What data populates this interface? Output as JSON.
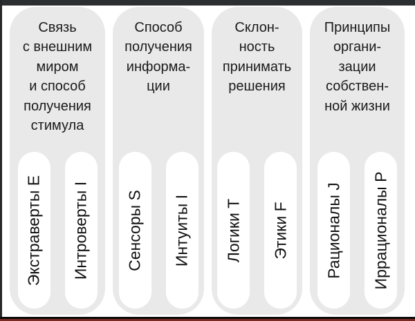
{
  "diagram": {
    "columns": [
      {
        "header": "Связь\nс внешним\nмиром\nи способ\nполучения\nстимула",
        "options": [
          "Экстраверты E",
          "Интроверты I"
        ]
      },
      {
        "header": "Способ\nполучения\nинформа-\nции",
        "options": [
          "Сенсоры S",
          "Интуиты I"
        ]
      },
      {
        "header": "Склон-\nность\nпринимать\nрешения",
        "options": [
          "Логики T",
          "Этики F"
        ]
      },
      {
        "header": "Принципы\nоргани-\nзации\nсобствен-\nной жизни",
        "options": [
          "Рационалы J",
          "Иррационалы P"
        ]
      }
    ],
    "colors": {
      "panel_gray": "#e9e9e9",
      "pill_white": "#ffffff",
      "text": "#1a1a1a",
      "frame_dark": "#2c2f31",
      "bottom_line_black": "#0a0a0a",
      "bottom_line_dark_red": "#7b2a22"
    }
  }
}
